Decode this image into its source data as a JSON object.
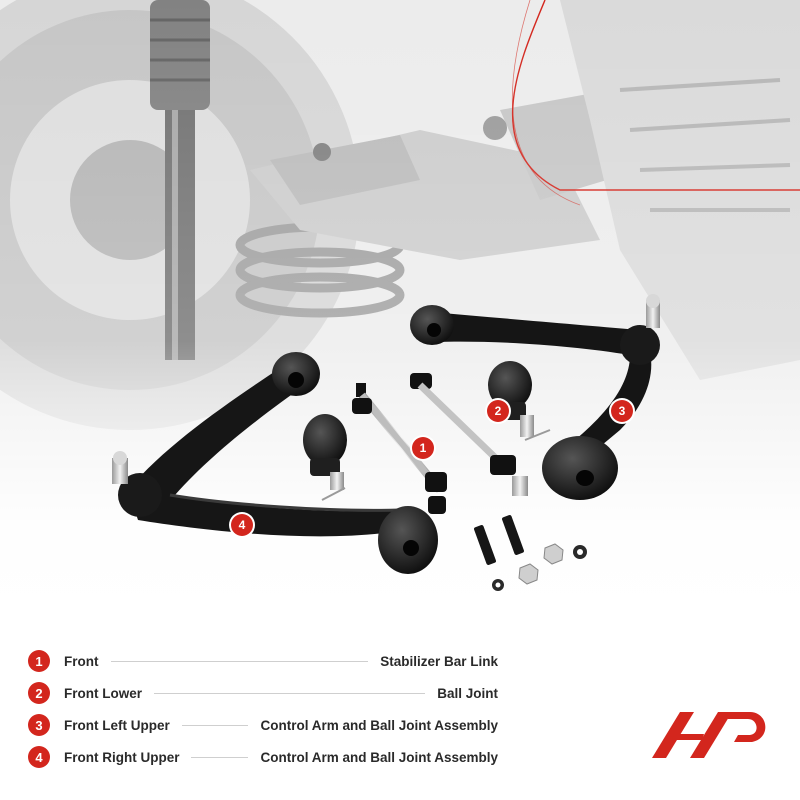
{
  "colors": {
    "accent": "#d3261d",
    "text": "#2a2a2a",
    "leader": "#cfcfcf"
  },
  "legend": [
    {
      "num": "1",
      "position": "Front",
      "part": "Stabilizer Bar Link"
    },
    {
      "num": "2",
      "position": "Front Lower",
      "part": "Ball Joint"
    },
    {
      "num": "3",
      "position": "Front Left Upper",
      "part": "Control Arm and Ball Joint Assembly"
    },
    {
      "num": "4",
      "position": "Front Right Upper",
      "part": "Control Arm and Ball Joint Assembly"
    }
  ],
  "callouts": [
    "1",
    "2",
    "3",
    "4"
  ],
  "logo": {
    "icon": "brand-logo-icon"
  }
}
